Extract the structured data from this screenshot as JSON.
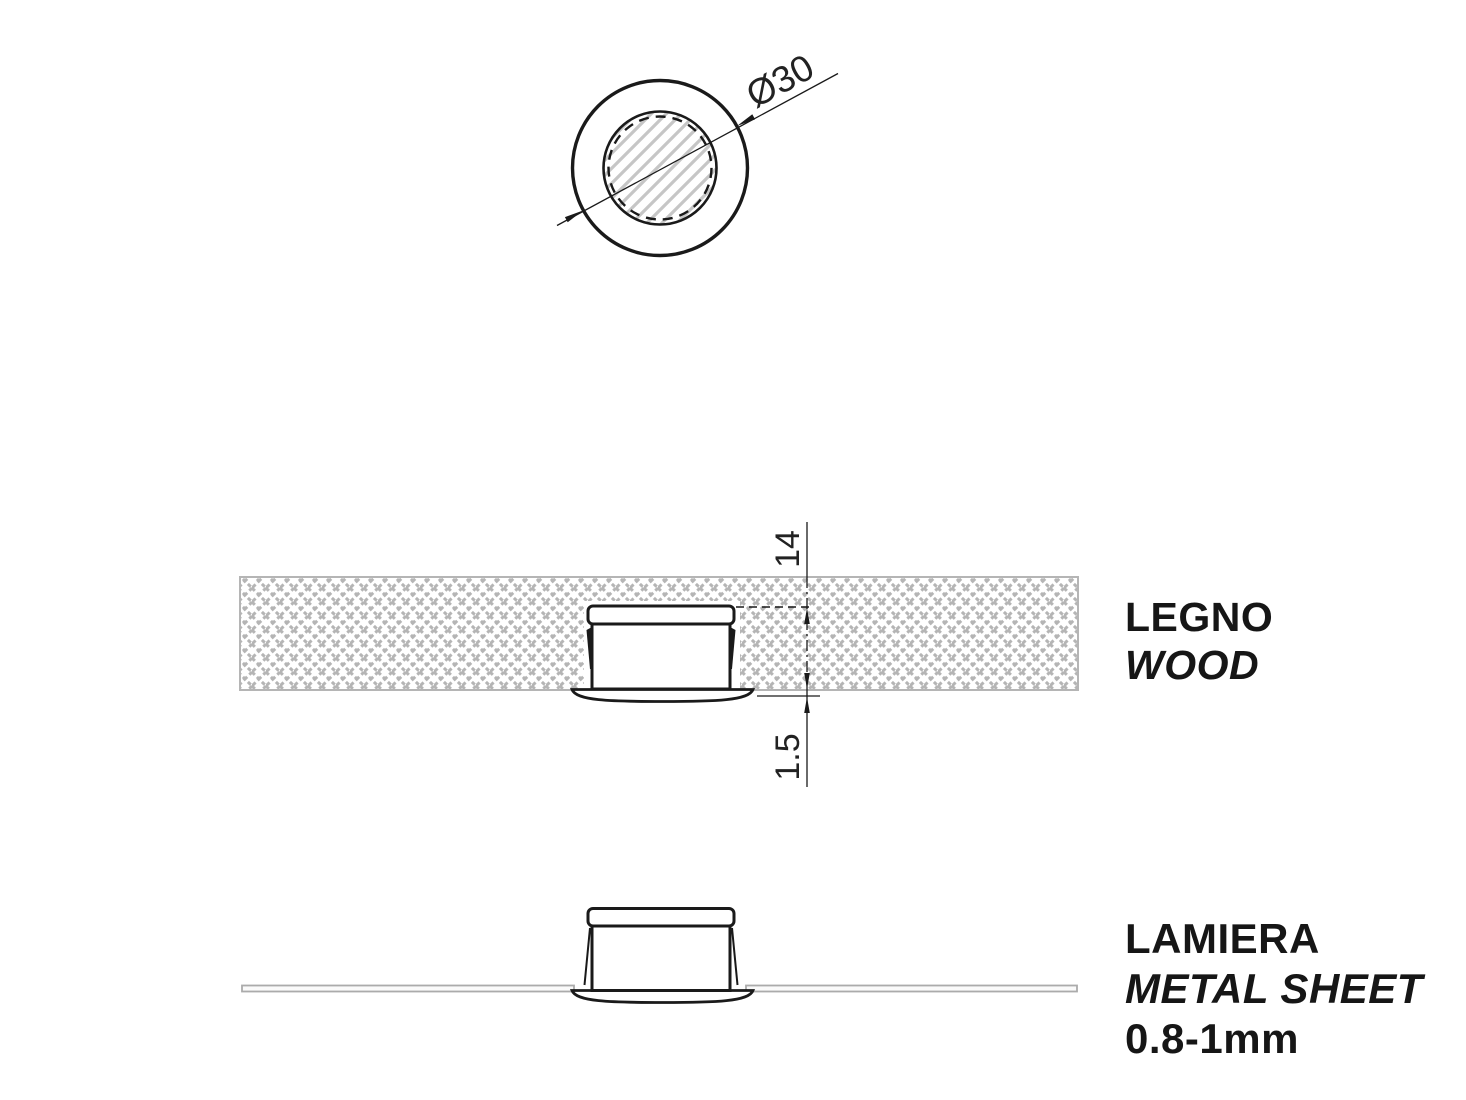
{
  "drawing": {
    "top_view": {
      "diameter_label": "Ø30"
    },
    "wood_section": {
      "recess_depth_dim": "14",
      "flange_protrusion_dim": "1.5",
      "material_label_it": "LEGNO",
      "material_label_en": "WOOD"
    },
    "metal_section": {
      "material_label_it": "LAMIERA",
      "material_label_en": "METAL SHEET",
      "thickness_label": "0.8-1mm"
    },
    "colors": {
      "line": "#1a1a1a",
      "wood_hatch": "#b5b5b5",
      "top_hatch": "#c6c6c6",
      "metal_sheet": "#ababab"
    }
  }
}
